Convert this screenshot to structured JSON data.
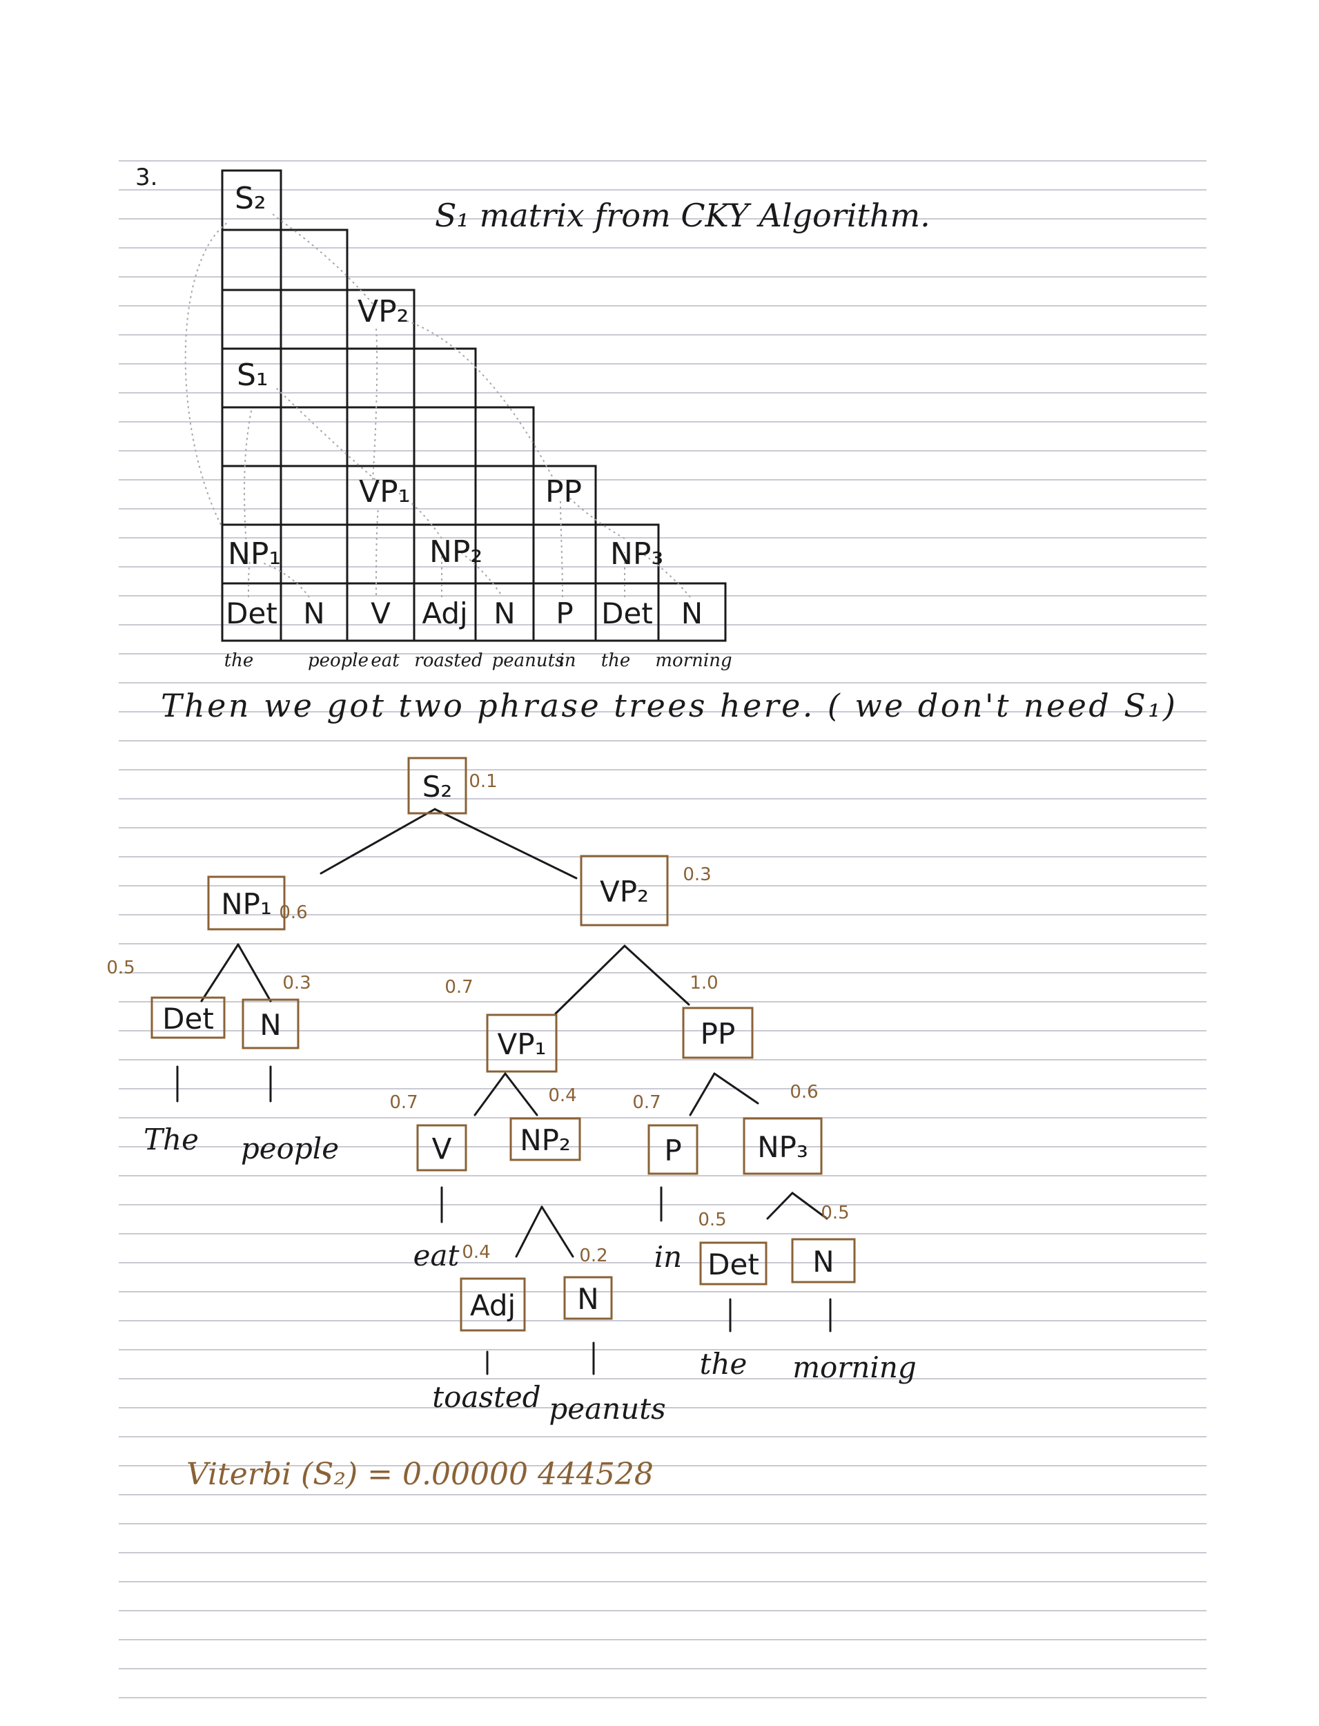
{
  "colors": {
    "ink": "#1a1a1a",
    "brown": "#8a6236",
    "rule": "#c9c9d3",
    "arrow": "#a8a8a8",
    "subscript_blue": "#2b3a8c",
    "paper": "#ffffff"
  },
  "heading": {
    "problem_number": "3.",
    "title": "S₁ matrix from CKY Algorithm."
  },
  "cky_matrix": {
    "cells": {
      "s2": "S₂",
      "vp2": "VP₂",
      "s1": "S₁",
      "vp1": "VP₁",
      "pp": "PP",
      "np1": "NP₁",
      "np2": "NP₂",
      "np3": "NP₃"
    },
    "pos_row": [
      "Det",
      "N",
      "V",
      "Adj",
      "N",
      "P",
      "Det",
      "N"
    ],
    "words": [
      "the",
      "people",
      "eat",
      "roasted",
      "peanuts",
      "in",
      "the",
      "morning"
    ]
  },
  "note": {
    "text": "Then we got two phrase trees here. ( we don't need S₁)"
  },
  "parse_tree": {
    "nodes": {
      "s2": {
        "label": "S₂",
        "prob": "0.1"
      },
      "np1": {
        "label": "NP₁",
        "prob": "0.6"
      },
      "vp2": {
        "label": "VP₂",
        "prob": "0.3"
      },
      "det1": {
        "label": "Det",
        "prob": "0.5"
      },
      "n1": {
        "label": "N",
        "prob": "0.3"
      },
      "vp1": {
        "label": "VP₁",
        "prob": "0.7"
      },
      "pp": {
        "label": "PP",
        "prob": "1.0"
      },
      "v": {
        "label": "V",
        "prob": "0.7"
      },
      "np2": {
        "label": "NP₂",
        "prob": "0.4"
      },
      "p": {
        "label": "P",
        "prob": "0.7"
      },
      "np3": {
        "label": "NP₃",
        "prob": "0.6"
      },
      "adj": {
        "label": "Adj",
        "prob": "0.4"
      },
      "n2": {
        "label": "N",
        "prob": "0.2"
      },
      "det2": {
        "label": "Det",
        "prob": "0.5"
      },
      "n3": {
        "label": "N",
        "prob": "0.5"
      }
    },
    "leaves": {
      "the1": "The",
      "people": "people",
      "eat": "eat",
      "toasted": "toasted",
      "peanuts": "peanuts",
      "in": "in",
      "the2": "the",
      "morning": "morning"
    }
  },
  "viterbi": {
    "text": "Viterbi (S₂) = 0.00000 444528"
  }
}
